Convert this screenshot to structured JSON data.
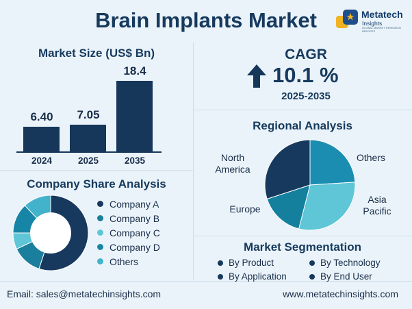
{
  "title": "Brain Implants Market",
  "logo": {
    "name": "Metatech",
    "sub": "Insights",
    "tagline": "GLOBAL MARKET RESEARCH REPORTS"
  },
  "market_size": {
    "title": "Market Size (US$ Bn)",
    "bars": [
      {
        "year": "2024",
        "value": "6.40",
        "num": 6.4
      },
      {
        "year": "2025",
        "value": "7.05",
        "num": 7.05
      },
      {
        "year": "2035",
        "value": "18.4",
        "num": 18.4
      }
    ]
  },
  "cagr": {
    "label": "CAGR",
    "value": "10.1 %",
    "period": "2025-2035"
  },
  "regional": {
    "title": "Regional Analysis",
    "labels": {
      "north_america": "North\nAmerica",
      "others": "Others",
      "asia_pacific": "Asia\nPacific",
      "europe": "Europe"
    },
    "slices": [
      {
        "name": "North America",
        "share": 0.3,
        "color": "#17395e"
      },
      {
        "name": "Others",
        "share": 0.24,
        "color": "#1b8db0"
      },
      {
        "name": "Asia Pacific",
        "share": 0.3,
        "color": "#5ec6d6"
      },
      {
        "name": "Europe",
        "share": 0.16,
        "color": "#14809e"
      }
    ]
  },
  "company_share": {
    "title": "Company Share Analysis",
    "items": [
      {
        "label": "Company A",
        "share": 0.55,
        "color": "#17395e"
      },
      {
        "label": "Company B",
        "share": 0.13,
        "color": "#1a7f9d"
      },
      {
        "label": "Company C",
        "share": 0.07,
        "color": "#5ec6d6"
      },
      {
        "label": "Company D",
        "share": 0.13,
        "color": "#1786a6"
      },
      {
        "label": "Others",
        "share": 0.12,
        "color": "#43b3cb"
      }
    ]
  },
  "segmentation": {
    "title": "Market Segmentation",
    "items": [
      "By Product",
      "By Technology",
      "By Application",
      "By End User"
    ]
  },
  "footer": {
    "email": "Email: sales@metatechinsights.com",
    "website": "www.metatechinsights.com"
  }
}
